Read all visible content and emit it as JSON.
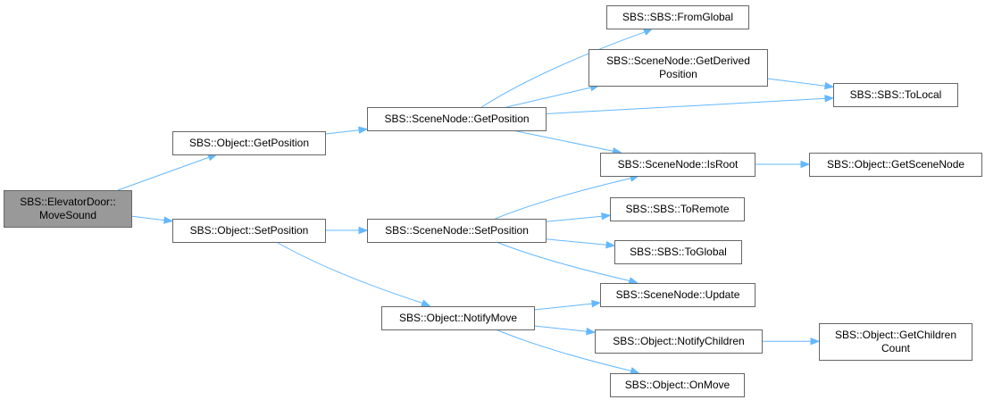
{
  "colors": {
    "edge": "#63b8ff",
    "node_fill": "#ffffff",
    "node_border": "#666666",
    "root_fill": "#999999"
  },
  "nodes": {
    "elevatordoor_movesound": {
      "lines": [
        "SBS::ElevatorDoor::",
        "MoveSound"
      ],
      "root": true
    },
    "object_getposition": {
      "lines": [
        "SBS::Object::GetPosition"
      ]
    },
    "object_setposition": {
      "lines": [
        "SBS::Object::SetPosition"
      ]
    },
    "scenenode_getposition": {
      "lines": [
        "SBS::SceneNode::GetPosition"
      ]
    },
    "scenenode_setposition": {
      "lines": [
        "SBS::SceneNode::SetPosition"
      ]
    },
    "object_notifymove": {
      "lines": [
        "SBS::Object::NotifyMove"
      ]
    },
    "sbs_fromglobal": {
      "lines": [
        "SBS::SBS::FromGlobal"
      ]
    },
    "scenenode_getderivedposition": {
      "lines": [
        "SBS::SceneNode::GetDerived",
        "Position"
      ]
    },
    "scenenode_isroot": {
      "lines": [
        "SBS::SceneNode::IsRoot"
      ]
    },
    "sbs_toremote": {
      "lines": [
        "SBS::SBS::ToRemote"
      ]
    },
    "sbs_toglobal": {
      "lines": [
        "SBS::SBS::ToGlobal"
      ]
    },
    "scenenode_update": {
      "lines": [
        "SBS::SceneNode::Update"
      ]
    },
    "object_notifychildren": {
      "lines": [
        "SBS::Object::NotifyChildren"
      ]
    },
    "object_onmove": {
      "lines": [
        "SBS::Object::OnMove"
      ]
    },
    "sbs_tolocal": {
      "lines": [
        "SBS::SBS::ToLocal"
      ]
    },
    "object_getscenenode": {
      "lines": [
        "SBS::Object::GetSceneNode"
      ]
    },
    "object_getchildrencount": {
      "lines": [
        "SBS::Object::GetChildren",
        "Count"
      ]
    }
  },
  "edges": [
    {
      "from": "elevatordoor_movesound",
      "to": "object_getposition"
    },
    {
      "from": "elevatordoor_movesound",
      "to": "object_setposition"
    },
    {
      "from": "object_getposition",
      "to": "scenenode_getposition"
    },
    {
      "from": "scenenode_getposition",
      "to": "sbs_fromglobal"
    },
    {
      "from": "scenenode_getposition",
      "to": "scenenode_getderivedposition"
    },
    {
      "from": "scenenode_getposition",
      "to": "sbs_tolocal"
    },
    {
      "from": "scenenode_getposition",
      "to": "scenenode_isroot"
    },
    {
      "from": "scenenode_getderivedposition",
      "to": "sbs_tolocal"
    },
    {
      "from": "scenenode_isroot",
      "to": "object_getscenenode"
    },
    {
      "from": "object_setposition",
      "to": "scenenode_setposition"
    },
    {
      "from": "object_setposition",
      "to": "object_notifymove"
    },
    {
      "from": "scenenode_setposition",
      "to": "scenenode_isroot"
    },
    {
      "from": "scenenode_setposition",
      "to": "sbs_toremote"
    },
    {
      "from": "scenenode_setposition",
      "to": "sbs_toglobal"
    },
    {
      "from": "scenenode_setposition",
      "to": "scenenode_update"
    },
    {
      "from": "object_notifymove",
      "to": "scenenode_update"
    },
    {
      "from": "object_notifymove",
      "to": "object_notifychildren"
    },
    {
      "from": "object_notifymove",
      "to": "object_onmove"
    },
    {
      "from": "object_notifychildren",
      "to": "object_getchildrencount"
    }
  ]
}
